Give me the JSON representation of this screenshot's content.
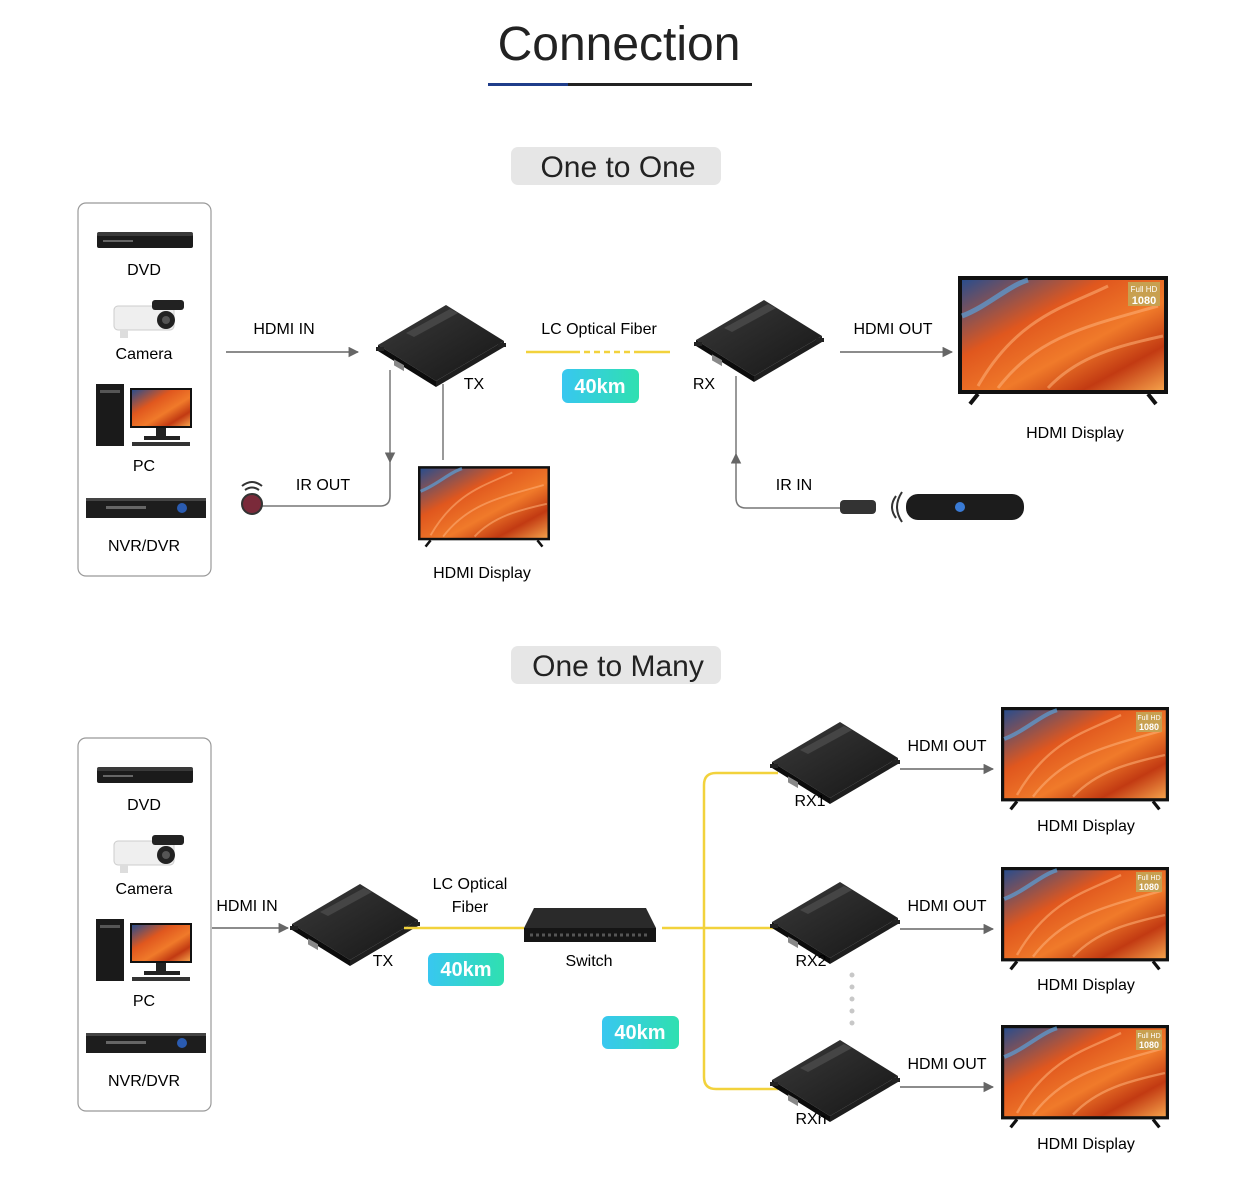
{
  "title": "Connection",
  "colors": {
    "accent_blue": "#1f3d8a",
    "fiber_yellow": "#f2d23c",
    "badge_start": "#38c7f0",
    "badge_end": "#2fe0b0",
    "pill_bg": "#e6e6e6"
  },
  "one_to_one": {
    "heading": "One to One",
    "sources": [
      "DVD",
      "Camera",
      "PC",
      "NVR/DVR"
    ],
    "hdmi_in": "HDMI IN",
    "fiber": "LC Optical Fiber",
    "distance": "40km",
    "tx": "TX",
    "rx": "RX",
    "hdmi_out": "HDMI OUT",
    "display_main": "HDMI Display",
    "display_local": "HDMI Display",
    "ir_out": "IR OUT",
    "ir_in": "IR IN",
    "tv_badge": {
      "line1": "Full HD",
      "line2": "1080"
    }
  },
  "one_to_many": {
    "heading": "One to Many",
    "sources": [
      "DVD",
      "Camera",
      "PC",
      "NVR/DVR"
    ],
    "hdmi_in": "HDMI IN",
    "fiber_line1": "LC Optical",
    "fiber_line2": "Fiber",
    "distance_1": "40km",
    "distance_2": "40km",
    "tx": "TX",
    "switch": "Switch",
    "receivers": [
      {
        "label": "RX1",
        "hdmi_out": "HDMI OUT",
        "display": "HDMI Display"
      },
      {
        "label": "RX2",
        "hdmi_out": "HDMI OUT",
        "display": "HDMI Display"
      },
      {
        "label": "RXn",
        "hdmi_out": "HDMI OUT",
        "display": "HDMI Display"
      }
    ],
    "tv_badge": {
      "line1": "Full HD",
      "line2": "1080"
    }
  }
}
